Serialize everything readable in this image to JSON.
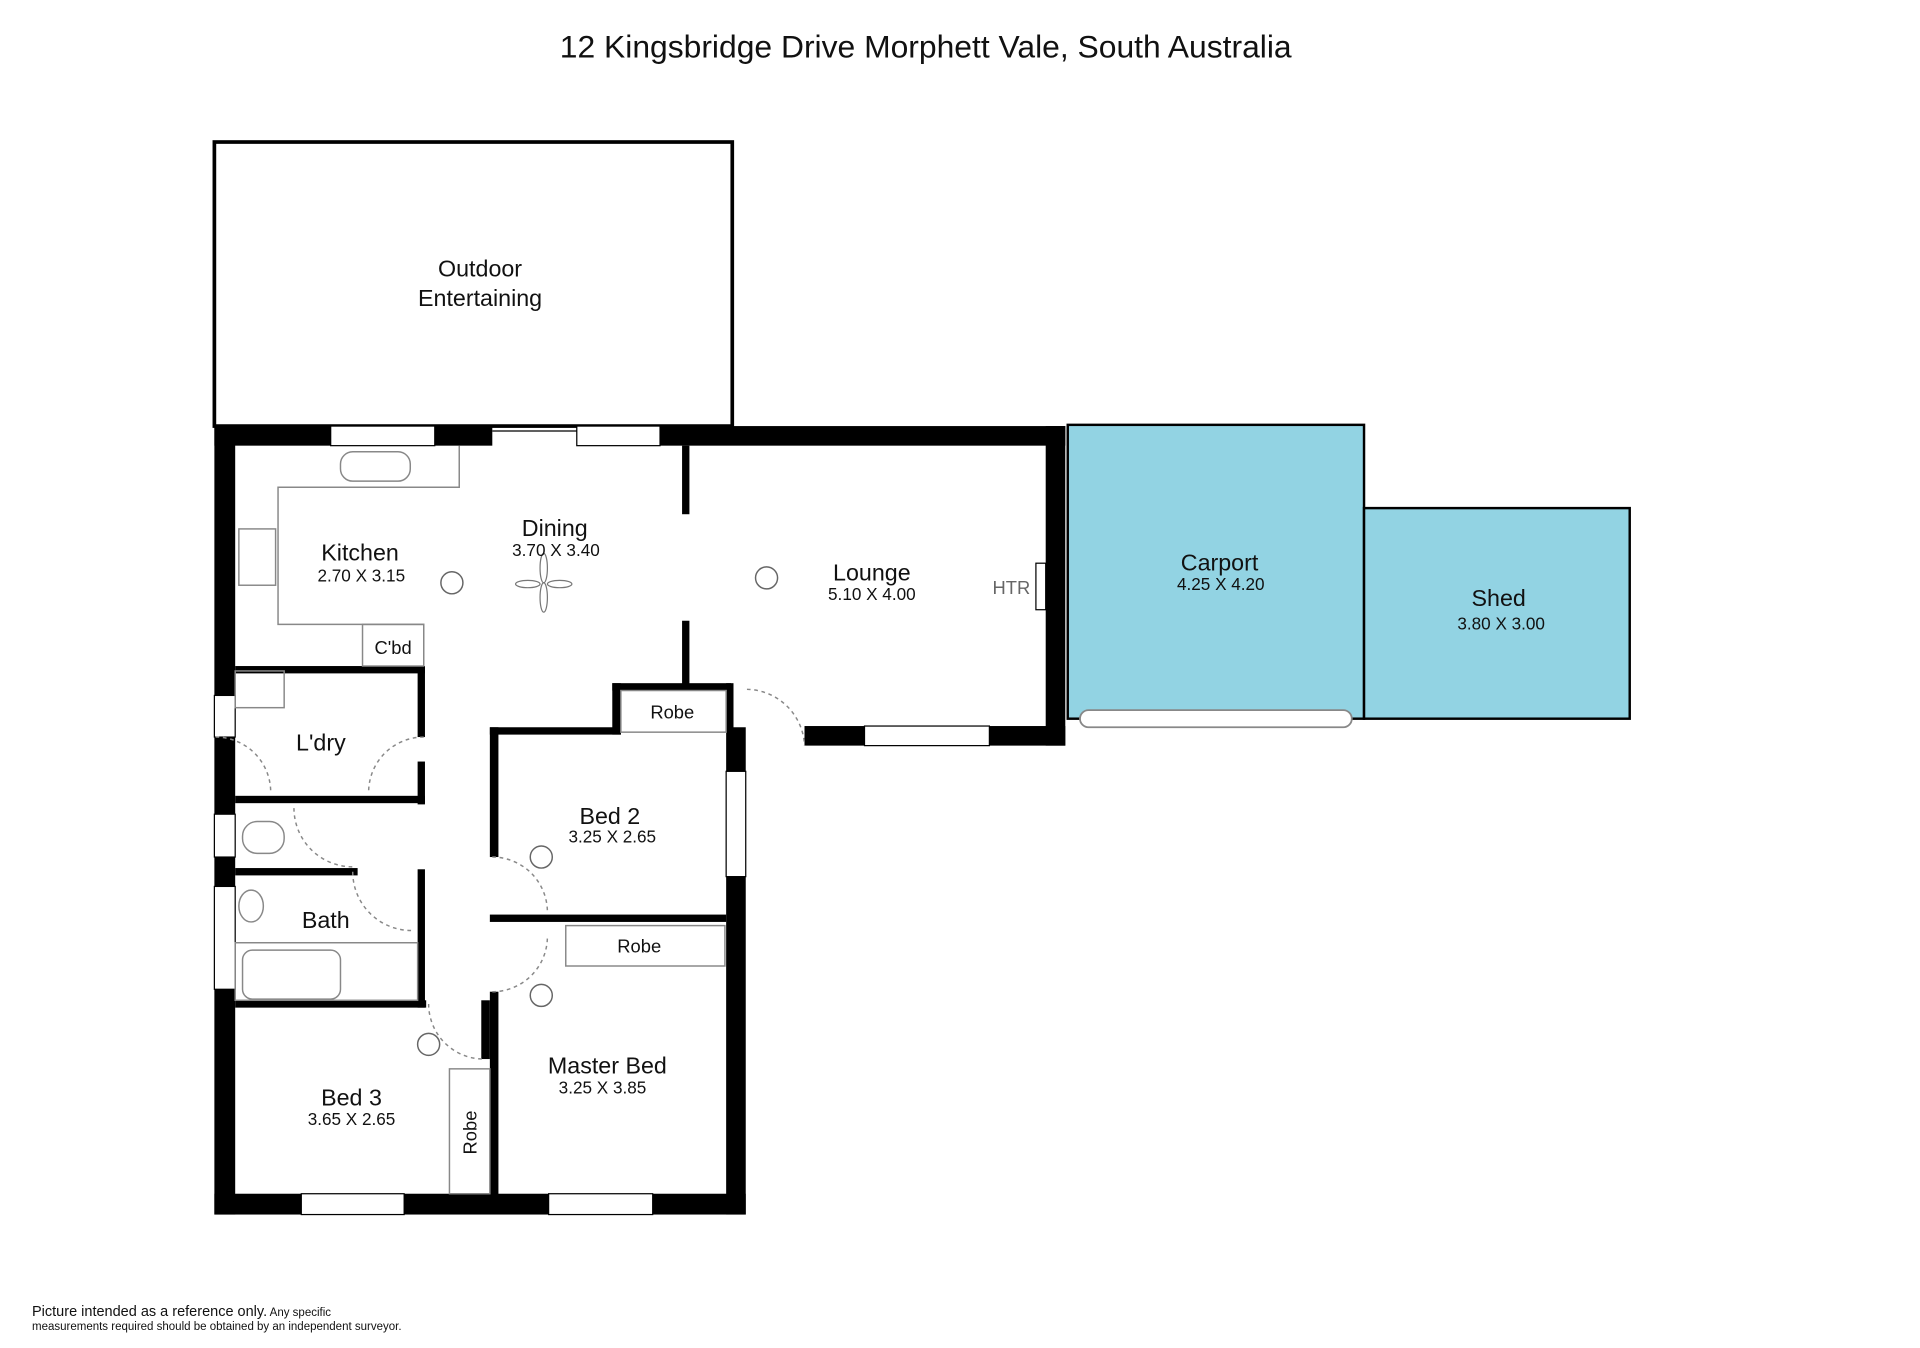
{
  "title": "12 Kingsbridge Drive Morphett Vale, South Australia",
  "colors": {
    "outdoor_fill": "#92d3e3",
    "wall": "#000000",
    "fixture": "#888888"
  },
  "rooms": {
    "outdoor": {
      "name_line1": "Outdoor",
      "name_line2": "Entertaining"
    },
    "kitchen": {
      "name": "Kitchen",
      "dims": "2.70 X 3.15"
    },
    "dining": {
      "name": "Dining",
      "dims": "3.70 X 3.40"
    },
    "lounge": {
      "name": "Lounge",
      "dims": "5.10 X 4.00"
    },
    "carport": {
      "name": "Carport",
      "dims": "4.25 X 4.20"
    },
    "shed": {
      "name": "Shed",
      "dims": "3.80 X 3.00"
    },
    "laundry": {
      "name": "L'dry"
    },
    "bath": {
      "name": "Bath"
    },
    "bed2": {
      "name": "Bed 2",
      "dims": "3.25 X 2.65"
    },
    "master": {
      "name": "Master Bed",
      "dims": "3.25 X 3.85"
    },
    "bed3": {
      "name": "Bed 3",
      "dims": "3.65 X 2.65"
    }
  },
  "labels": {
    "cupboard": "C'bd",
    "robe_bed2": "Robe",
    "robe_master": "Robe",
    "robe_bed3": "Robe",
    "heater": "HTR"
  },
  "disclaimer": {
    "bold": "Picture intended as a reference only.",
    "line1_rest": " Any specific",
    "line2": "measurements required should be obtained by an independent surveyor."
  }
}
